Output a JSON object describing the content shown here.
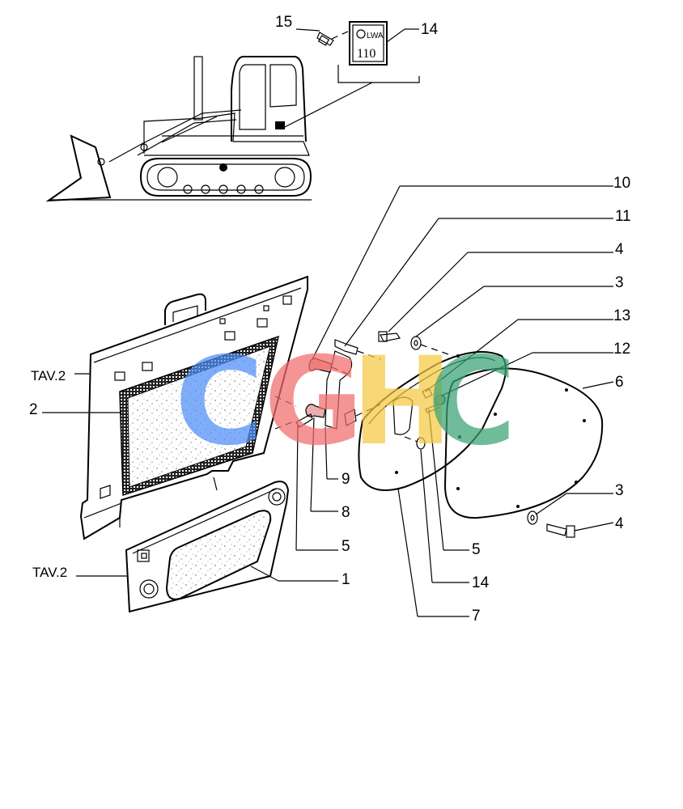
{
  "labels": {
    "l1": "1",
    "l2": "2",
    "l3a": "3",
    "l3b": "3",
    "l4a": "4",
    "l4b": "4",
    "l5a": "5",
    "l5b": "5",
    "l6": "6",
    "l7": "7",
    "l8": "8",
    "l9": "9",
    "l10": "10",
    "l11": "11",
    "l12": "12",
    "l13": "13",
    "l14a": "14",
    "l14b": "14",
    "l15": "15",
    "tav_top": "TAV.2",
    "tav_bottom": "TAV.2"
  },
  "decal": {
    "sym": "LWA",
    "value": "110"
  },
  "watermark": {
    "letters": [
      "C",
      "G",
      "H",
      "C"
    ],
    "colors": [
      "#4f8ef7",
      "#f26b6b",
      "#f5c842",
      "#3aa374"
    ]
  }
}
